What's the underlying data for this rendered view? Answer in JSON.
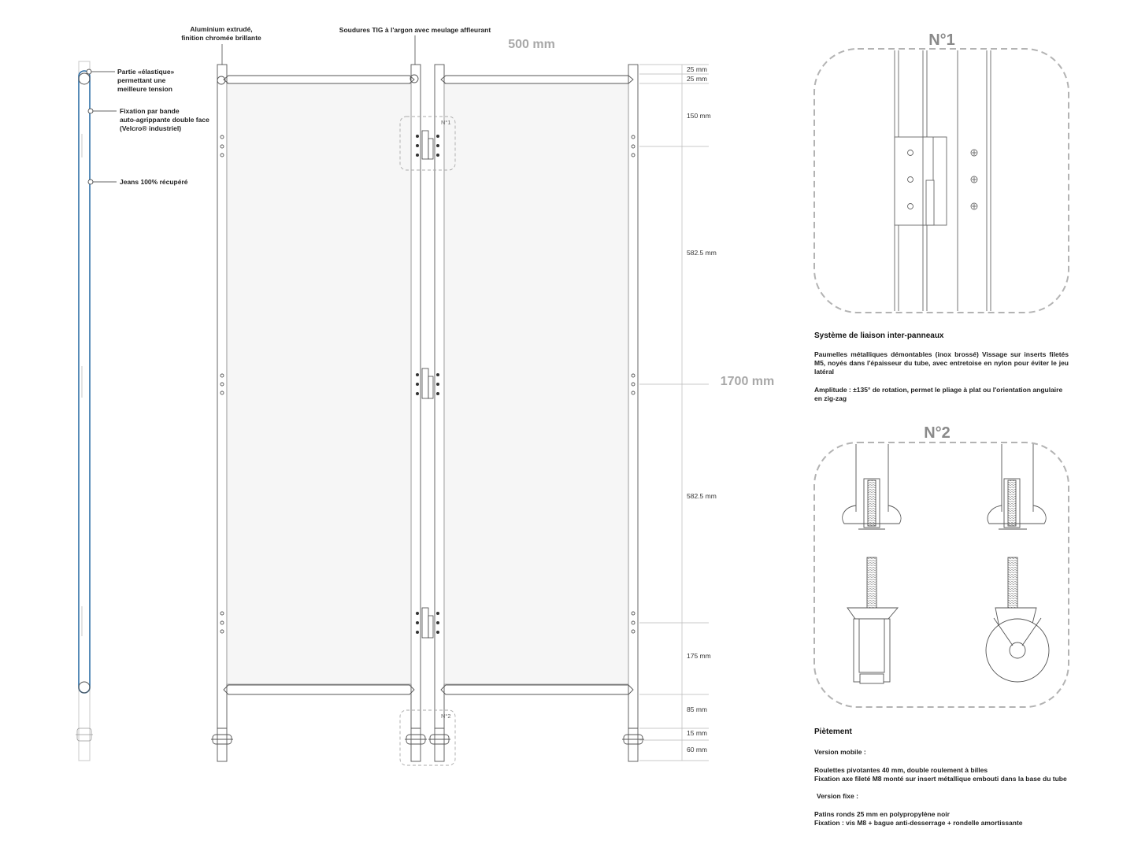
{
  "callouts": {
    "aluminium_line1": "Aluminium extrudé,",
    "aluminium_line2": "finition chromée brillante",
    "welding": "Soudures TIG à l'argon avec meulage affleurant",
    "elastic_line1": "Partie «élastique»",
    "elastic_line2": "permettant une",
    "elastic_line3": "meilleure tension",
    "velcro_line1": "Fixation par bande",
    "velcro_line2": "auto-agrippante double face",
    "velcro_line3": "(Velcro® industriel)",
    "jeans": "Jeans 100% récupéré"
  },
  "dimensions": {
    "width_total": "500 mm",
    "height_total": "1700 mm",
    "d1": "25 mm",
    "d2": "25 mm",
    "d3": "150 mm",
    "d4": "582.5 mm",
    "d5": "582.5 mm",
    "d6": "175 mm",
    "d7": "85 mm",
    "d8": "15 mm",
    "d9": "60 mm"
  },
  "zones": {
    "z1": "N°1",
    "z2": "N°2"
  },
  "detail1": {
    "title": "N°1",
    "heading": "Système de liaison inter-panneaux",
    "para1": "Paumelles métalliques démontables (inox brossé) Vissage sur inserts filetés M5, noyés dans l'épaisseur du tube, avec entretoise en nylon pour éviter le jeu latéral",
    "para2": "Amplitude : ±135° de rotation, permet le pliage à plat ou l'orientation angulaire en zig-zag"
  },
  "detail2": {
    "title": "N°2",
    "heading": "Piètement",
    "mobile_label": "Version mobile :",
    "mobile_line1": "Roulettes pivotantes 40 mm, double roulement à billes",
    "mobile_line2": "Fixation axe fileté M8 monté sur insert métallique embouti dans la base du tube",
    "fixed_label": "Version fixe :",
    "fixed_line1": "Patins ronds 25 mm en polypropylène noir",
    "fixed_line2": "Fixation : vis M8 + bague anti-desserrage + rondelle amortissante"
  },
  "colors": {
    "fabric_outline": "#2f6fa6",
    "line": "#555555",
    "dashed": "#b3b3b3",
    "dim_text": "#a8a8a8"
  }
}
